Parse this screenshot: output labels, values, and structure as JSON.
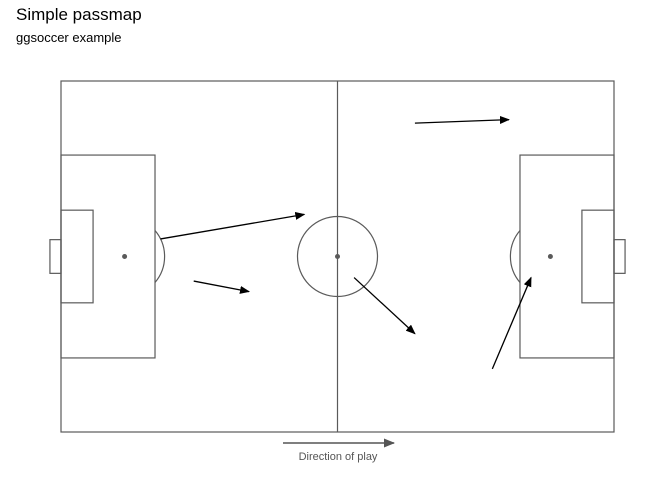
{
  "title": "Simple passmap",
  "subtitle": "ggsoccer example",
  "direction_label": "Direction of play",
  "colors": {
    "pitch_line": "#5a5a5a",
    "arrow": "#000000",
    "direction": "#555555"
  },
  "chart_data": {
    "type": "pass-map",
    "title": "Simple passmap",
    "subtitle": "ggsoccer example",
    "xlim": [
      0,
      100
    ],
    "ylim": [
      0,
      100
    ],
    "annotation": "Direction of play",
    "passes": [
      {
        "x": 24,
        "y": 43,
        "x2": 34,
        "y2": 40
      },
      {
        "x": 18,
        "y": 55,
        "x2": 44,
        "y2": 62
      },
      {
        "x": 64,
        "y": 88,
        "x2": 81,
        "y2": 89
      },
      {
        "x": 78,
        "y": 18,
        "x2": 85,
        "y2": 44
      },
      {
        "x": 53,
        "y": 44,
        "x2": 64,
        "y2": 28
      }
    ]
  }
}
